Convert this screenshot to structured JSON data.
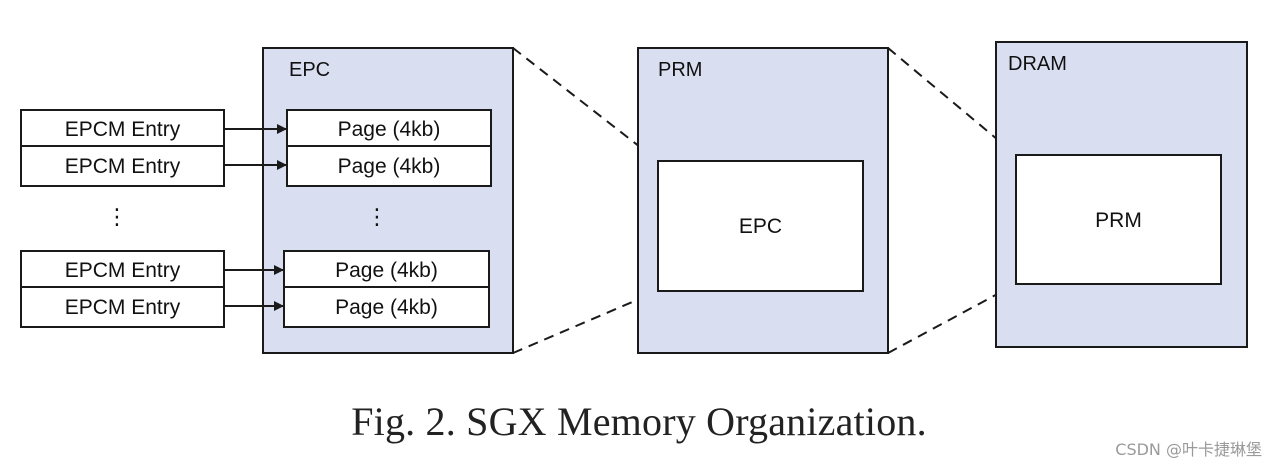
{
  "diagram": {
    "epc_container_label": "EPC",
    "prm_container_label": "PRM",
    "dram_container_label": "DRAM",
    "epcm_entries": [
      "EPCM Entry",
      "EPCM Entry",
      "EPCM Entry",
      "EPCM Entry"
    ],
    "pages": [
      "Page (4kb)",
      "Page (4kb)",
      "Page (4kb)",
      "Page (4kb)"
    ],
    "ellipsis": "⋮",
    "prm_inner_label": "EPC",
    "dram_inner_label": "PRM"
  },
  "caption": "Fig. 2.  SGX Memory Organization.",
  "watermark": "CSDN @叶卡捷琳堡",
  "colors": {
    "container_fill": "#d9dff1",
    "box_fill": "#ffffff",
    "stroke": "#1a1a1a"
  }
}
